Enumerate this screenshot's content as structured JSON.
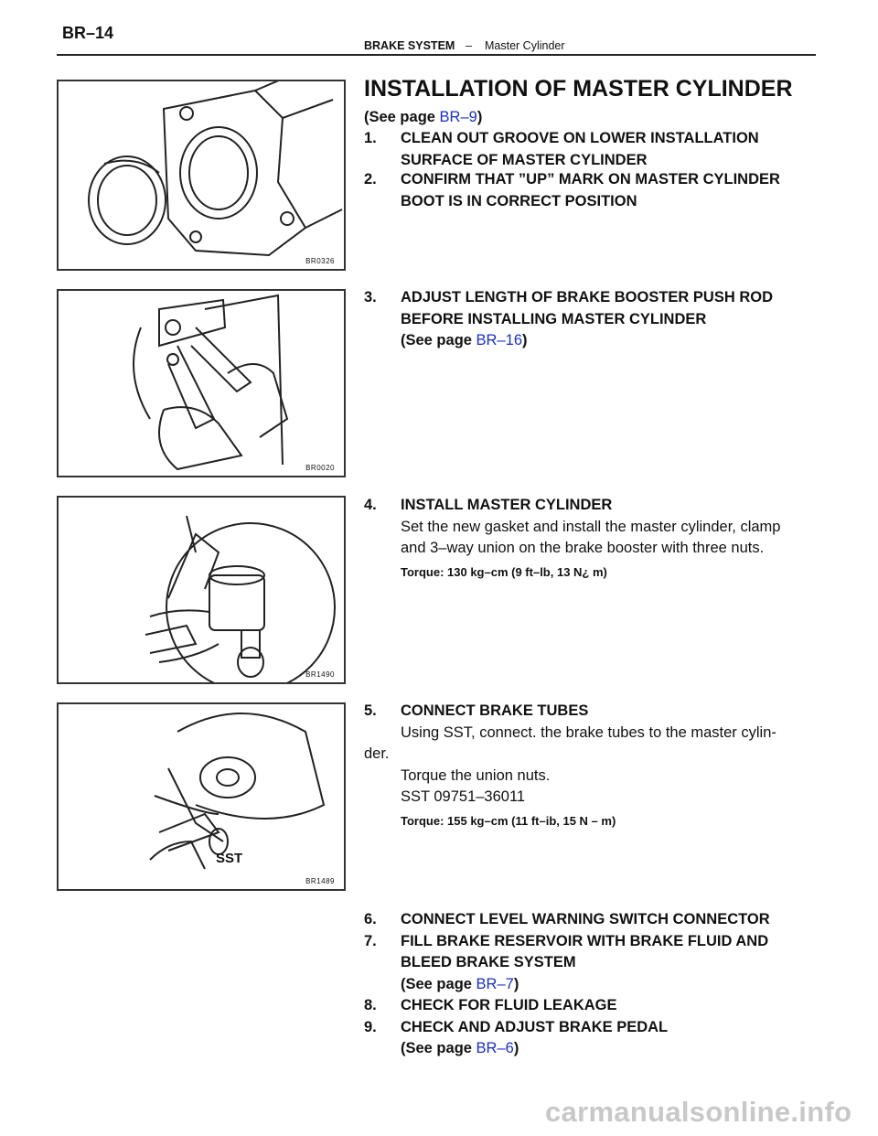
{
  "header": {
    "page_number": "BR–14",
    "section": "BRAKE SYSTEM",
    "separator": "–",
    "subsection": "Master Cylinder"
  },
  "figures": [
    {
      "code": "BR0326",
      "depicts": "brake-booster-flange-and-boot"
    },
    {
      "code": "BR0020",
      "depicts": "adjusting-push-rod-with-pliers"
    },
    {
      "code": "BR1490",
      "depicts": "installing-master-cylinder-on-booster"
    },
    {
      "code": "BR1489",
      "depicts": "connecting-brake-tubes-with-sst",
      "label": "SST"
    }
  ],
  "title": "INSTALLATION OF MASTER CYLINDER",
  "see_page": {
    "prefix": "(See page ",
    "link": "BR–9",
    "suffix": ")"
  },
  "steps": {
    "s1": {
      "num": "1.",
      "line1": "CLEAN OUT GROOVE ON LOWER INSTALLATION",
      "line2": "SURFACE OF MASTER CYLINDER"
    },
    "s2": {
      "num": "2.",
      "line1": "CONFIRM THAT ”UP” MARK ON MASTER CYLINDER",
      "line2": "BOOT IS IN CORRECT POSITION"
    },
    "s3": {
      "num": "3.",
      "line1": "ADJUST LENGTH OF BRAKE BOOSTER PUSH ROD",
      "line2": "BEFORE INSTALLING MASTER CYLINDER",
      "see_prefix": "(See page ",
      "see_link": "BR–16",
      "see_suffix": ")"
    },
    "s4": {
      "num": "4.",
      "heading": "INSTALL MASTER CYLINDER",
      "body1": "Set the new gasket and install the master cylinder, clamp",
      "body2": "and 3–way union on the brake booster with three nuts.",
      "torque": "Torque: 130 kg–cm (9 ft–lb, 13 N¿ m)"
    },
    "s5": {
      "num": "5.",
      "heading": "CONNECT BRAKE TUBES",
      "body1": "Using SST, connect. the brake tubes to the master cylin-",
      "body2": "der.",
      "body3": "Torque the union nuts.",
      "sst": "SST  09751–36011",
      "torque": "Torque: 155 kg–cm (11 ft–ib, 15 N – m)"
    },
    "s6": {
      "num": "6.",
      "line1": "CONNECT LEVEL WARNING SWITCH CONNECTOR"
    },
    "s7": {
      "num": "7.",
      "line1": "FILL BRAKE RESERVOIR WITH BRAKE FLUID AND",
      "line2": "BLEED BRAKE SYSTEM",
      "see_prefix": "(See page ",
      "see_link": "BR–7",
      "see_suffix": ")"
    },
    "s8": {
      "num": "8.",
      "line1": "CHECK FOR FLUID LEAKAGE"
    },
    "s9": {
      "num": "9.",
      "line1": "CHECK AND ADJUST BRAKE PEDAL",
      "see_prefix": "(See page ",
      "see_link": "BR–6",
      "see_suffix": ")"
    }
  },
  "watermark": "carmanualsonline.info",
  "colors": {
    "link": "#1a2fc8",
    "text": "#111111"
  }
}
